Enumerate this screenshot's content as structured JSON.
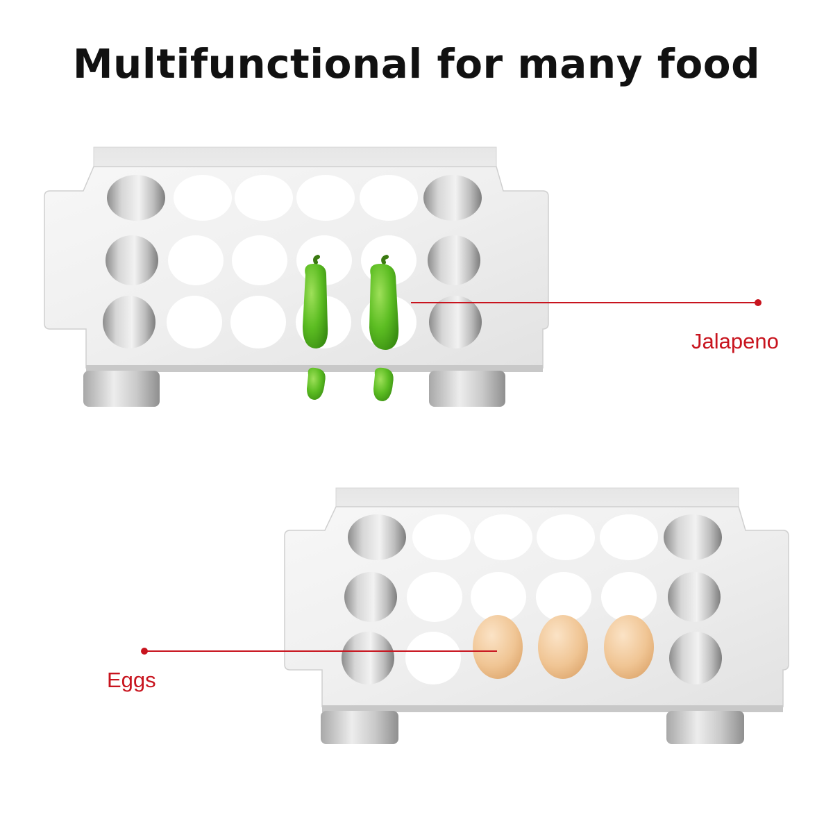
{
  "headline": "Multifunctional for many food",
  "callouts": {
    "jalapeno": "Jalapeno",
    "eggs": "Eggs"
  },
  "colors": {
    "headline": "#111111",
    "callout": "#c8141e",
    "steel_light": "#f4f4f4",
    "steel_mid": "#dcdcdc",
    "steel_dark": "#9a9a9a",
    "pepper": "#5fbf22",
    "egg": "#f0c79a"
  },
  "racks": [
    {
      "holes_per_row": 6,
      "rows": 3,
      "contents": "jalapeno peppers"
    },
    {
      "holes_per_row": 6,
      "rows": 3,
      "contents": "eggs"
    }
  ]
}
